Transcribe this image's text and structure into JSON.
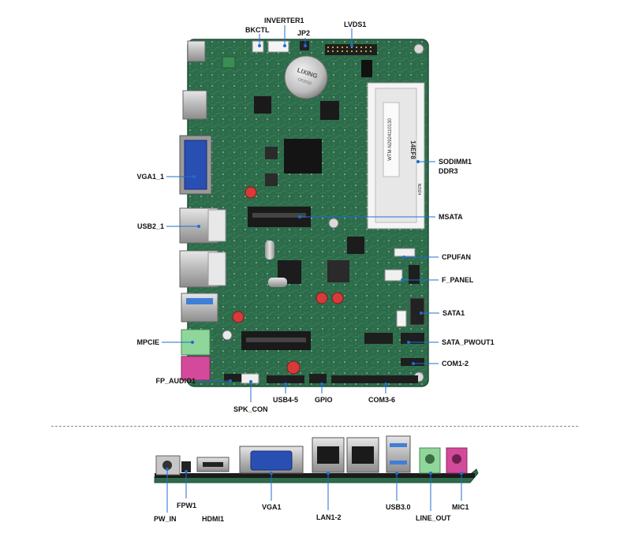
{
  "labels": {
    "inverter1": "INVERTER1",
    "lvds1": "LVDS1",
    "bkctl": "BKCTL",
    "jp2": "JP2",
    "sodimm1": "SODIMM1",
    "ddr3": "DDR3",
    "vga1_1": "VGA1_1",
    "msata": "MSATA",
    "usb2_1": "USB2_1",
    "cpufan": "CPUFAN",
    "f_panel": "F_PANEL",
    "sata1": "SATA1",
    "mpcie": "MPCIE",
    "sata_pwout1": "SATA_PWOUT1",
    "com1_2": "COM1-2",
    "fp_audio1": "FP_AUDIO1",
    "usb4_5": "USB4-5",
    "gpio": "GPIO",
    "com3_6": "COM3-6",
    "spk_con": "SPK_CON",
    "fpw1": "FPW1",
    "vga1": "VGA1",
    "usb3": "USB3.0",
    "mic1": "MIC1",
    "pw_in": "PW_IN",
    "hdmi1": "HDMI1",
    "lan1_2": "LAN1-2",
    "line_out": "LINE_OUT"
  },
  "board_text": {
    "battery_brand": "LIXING",
    "battery_model": "CR2032",
    "serial_code": "WTM-N2924110130",
    "silk_code": "14EF8",
    "silk_code2": "N2924"
  },
  "colors": {
    "pcb": "#2d6b4a",
    "leader": "#1f6fd1",
    "label": "#111111",
    "vga_blue": "#2a4fb3",
    "usb3_blue": "#3f7fd8",
    "line_out_green": "#8fd69a",
    "mic_pink": "#d44a9a"
  }
}
